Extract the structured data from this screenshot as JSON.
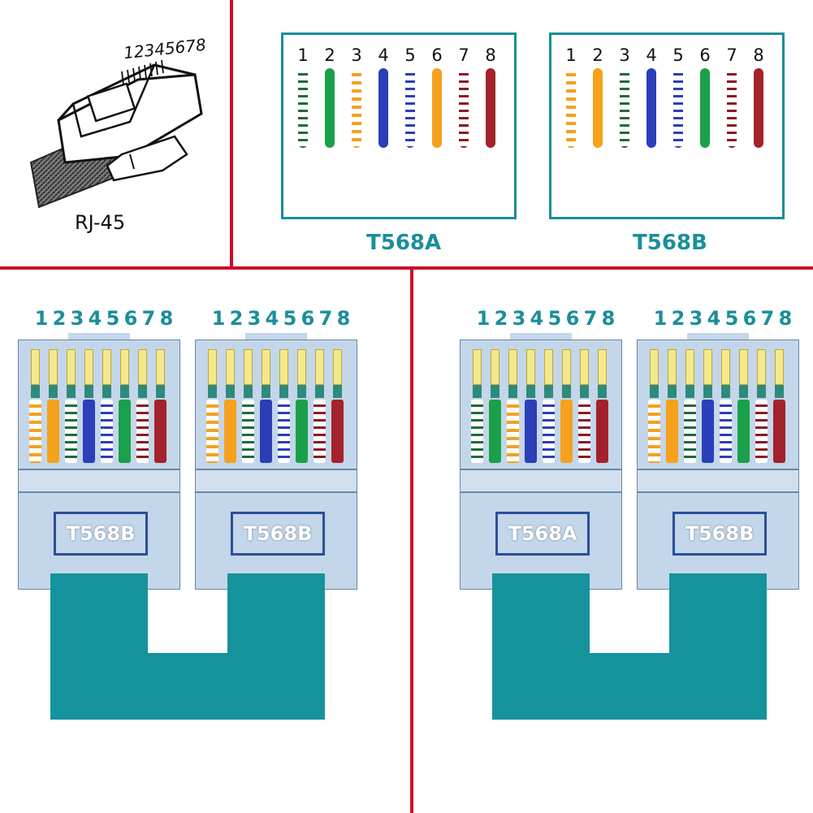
{
  "plug": {
    "pin_numbers": "12345678",
    "label": "RJ-45"
  },
  "standards": [
    {
      "title": "T568A",
      "pins": [
        "1",
        "2",
        "3",
        "4",
        "5",
        "6",
        "7",
        "8"
      ],
      "wire_colors": [
        "white-green",
        "green",
        "white-orange",
        "blue",
        "white-blue",
        "orange",
        "white-brown",
        "brown"
      ]
    },
    {
      "title": "T568B",
      "pins": [
        "1",
        "2",
        "3",
        "4",
        "5",
        "6",
        "7",
        "8"
      ],
      "wire_colors": [
        "white-orange",
        "orange",
        "white-green",
        "blue",
        "white-blue",
        "green",
        "white-brown",
        "brown"
      ]
    }
  ],
  "straight_cable": {
    "connectors": [
      {
        "pin_numbers": [
          "1",
          "2",
          "3",
          "4",
          "5",
          "6",
          "7",
          "8"
        ],
        "label": "T568B"
      },
      {
        "pin_numbers": [
          "1",
          "2",
          "3",
          "4",
          "5",
          "6",
          "7",
          "8"
        ],
        "label": "T568B"
      }
    ]
  },
  "crossover_cable": {
    "connectors": [
      {
        "pin_numbers": [
          "1",
          "2",
          "3",
          "4",
          "5",
          "6",
          "7",
          "8"
        ],
        "label": "T568A"
      },
      {
        "pin_numbers": [
          "1",
          "2",
          "3",
          "4",
          "5",
          "6",
          "7",
          "8"
        ],
        "label": "T568B"
      }
    ]
  },
  "colors": {
    "divider": "#c8102e",
    "accent": "#1a8f9a",
    "cable": "#15939c",
    "connector_body": "#c4d6e9",
    "label_border": "#2a4f9c"
  }
}
